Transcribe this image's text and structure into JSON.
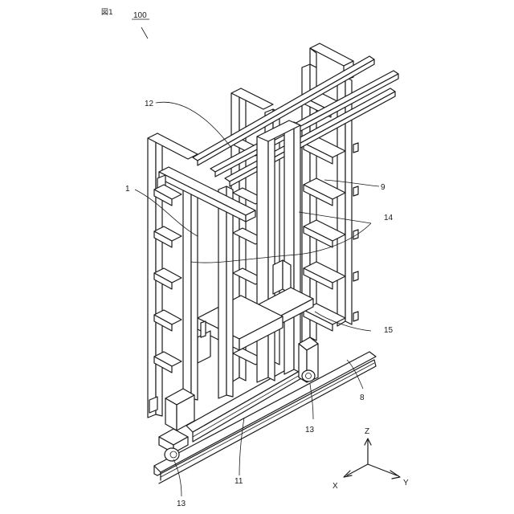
{
  "figure": {
    "figure_label": "図1",
    "assembly_ref": "100"
  },
  "reference_numerals": {
    "r1": "1",
    "r8": "8",
    "r9": "9",
    "r11": "11",
    "r12": "12",
    "r13a": "13",
    "r13b": "13",
    "r14": "14",
    "r15": "15"
  },
  "axes": {
    "z": "Z",
    "x": "X",
    "y": "Y"
  }
}
